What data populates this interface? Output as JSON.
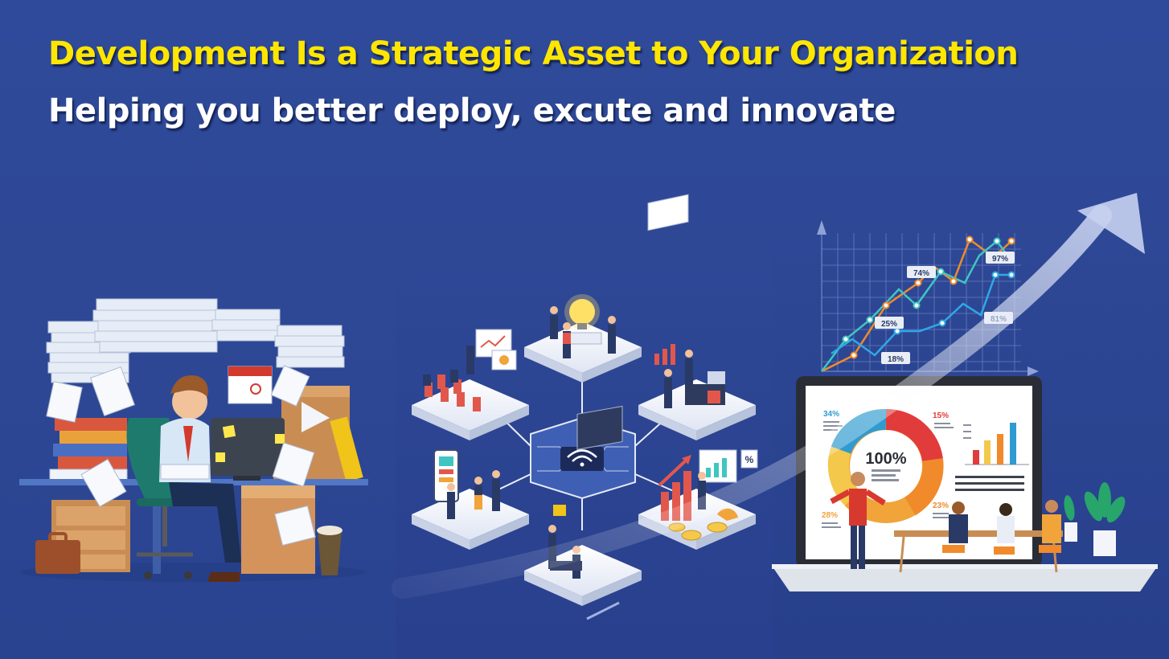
{
  "banner": {
    "headline": "Development Is a Strategic Asset to Your Organization",
    "subheadline": "Helping you better deploy, excute and innovate"
  },
  "chart_labels": {
    "p18": "18%",
    "p25": "25%",
    "p74": "74%",
    "p97": "97%",
    "p81": "81%"
  },
  "screen_labels": {
    "center": "100%",
    "left_top": "34%",
    "right_top": "15%",
    "left_bottom": "28%",
    "right_bottom": "23%"
  },
  "colors": {
    "headline": "#ffe600",
    "subheadline": "#ffffff",
    "background": "#2f4a9a",
    "line_orange": "#f08a2b",
    "line_teal": "#3fc6c0",
    "line_blue": "#2fa8e6"
  },
  "icons": [
    "wifi-icon",
    "lightbulb-icon",
    "percent-icon",
    "briefcase-icon",
    "calendar-icon",
    "growth-arrow-icon"
  ]
}
